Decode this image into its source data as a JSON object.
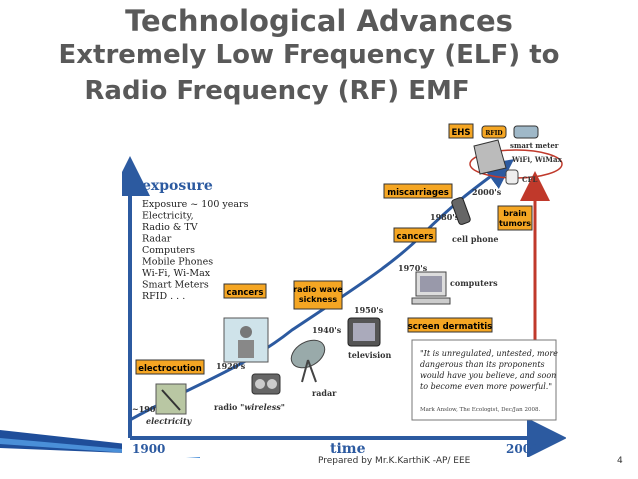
{
  "title": {
    "line1": "Technological Advances",
    "line2": "Extremely Low Frequency (ELF) to",
    "line3": "Radio Frequency (RF) EMF"
  },
  "diagram": {
    "y_axis_label": "exposure",
    "x_axis_label": "time",
    "x_start": "1900",
    "x_end": "2000",
    "exposure_list": [
      "Exposure ~ 100 years",
      "Electricity,",
      "Radio & TV",
      "Radar",
      "Computers",
      "Mobile Phones",
      "Wi-Fi, Wi-Max",
      "Smart Meters",
      "RFID . . ."
    ],
    "decades": [
      "~1900",
      "1920's",
      "1940's",
      "1950's",
      "1970's",
      "1980's",
      "2000's"
    ],
    "problem_labels": {
      "electrocution": "electrocution",
      "cancers_left": "cancers",
      "radio_wave_sickness": "radio wave sickness",
      "cancers_right": "cancers",
      "miscarriages": "miscarriages",
      "ehs": "EHS",
      "brain_tumors": "brain tumors",
      "screen_dermatitis": "screen dermatitis"
    },
    "tech_labels": {
      "electricity": "electricity",
      "radio": "radio",
      "wireless": "\"wireless\"",
      "radar": "radar",
      "television": "television",
      "computers": "computers",
      "cell_phone": "cell phone",
      "rfid": "RFID",
      "smart_meter": "smart meter",
      "wifi": "WiFi, WiMax",
      "cfl": "CFL"
    },
    "quote": [
      "\"It is unregulated, untested, more",
      "dangerous than its proponents",
      "would have you believe, and soon",
      "to become even more powerful.\""
    ],
    "quote_source": "Mark Anslow, The Ecologist, Dec/Jan 2008.",
    "colors": {
      "axis": "#2c5aa0",
      "curve": "#2c5aa0",
      "label_box": "#f5a623",
      "red_arrow": "#c0392b"
    }
  },
  "footer": "Prepared by Mr.K.KarthiK -AP/ EEE",
  "page_number": "4"
}
